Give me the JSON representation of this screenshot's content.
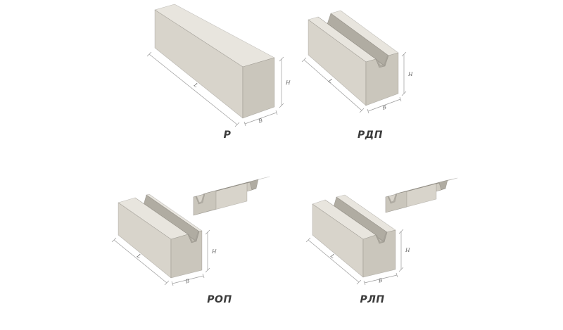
{
  "page": {
    "background": "#ffffff"
  },
  "colors": {
    "face_top": "#e8e5de",
    "face_side": "#d8d4cb",
    "face_end": "#cac6bc",
    "face_notch_dark": "#b0aca2",
    "face_notch_mid": "#c2beb4",
    "face_notch_light": "#cfcbc1",
    "shadow_line": "#a39f95",
    "dim_line": "#9b9b9b",
    "dim_text": "#666666",
    "caption_text": "#3b3b3b"
  },
  "figures": [
    {
      "id": "r",
      "label": "Р",
      "dims": {
        "length": "L",
        "height": "H",
        "width": "B"
      }
    },
    {
      "id": "rdp",
      "label": "РДП",
      "dims": {
        "length": "L",
        "height": "H",
        "width": "B"
      }
    },
    {
      "id": "rop",
      "label": "РОП",
      "dims": {
        "length": "L",
        "height": "H",
        "width": "B"
      }
    },
    {
      "id": "rlp",
      "label": "РЛП",
      "dims": {
        "length": "L",
        "height": "H",
        "width": "B"
      }
    }
  ]
}
